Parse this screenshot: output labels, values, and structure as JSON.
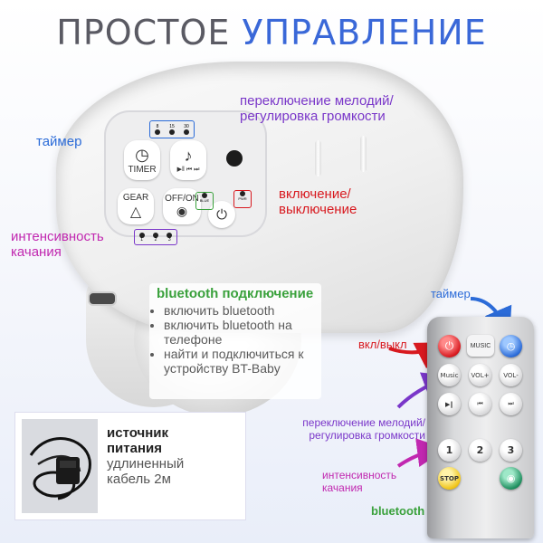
{
  "title": {
    "part1": "ПРОСТОЕ ",
    "part2": "УПРАВЛЕНИЕ"
  },
  "device": {
    "timer_button": "TIMER",
    "gear_button": "GEAR",
    "offon_button": "OFF/ON",
    "timer_leds": [
      "8",
      "15",
      "30"
    ],
    "gear_leds": [
      "1",
      "2",
      "3"
    ],
    "bt_led": "BLUE",
    "pwr_led": "PWR"
  },
  "labels": {
    "timer": "таймер",
    "melody": [
      "переключение мелодий/",
      "регулировка громкости"
    ],
    "power": [
      "включение/",
      "выключение"
    ],
    "intensity": [
      "интенсивность",
      "качания"
    ]
  },
  "bluetooth": {
    "title": "bluetooth подключение",
    "items": [
      "включить bluetooth",
      "включить bluetooth на телефоне",
      "найти и подключиться к устройству BT-Baby"
    ]
  },
  "power_source": {
    "title": [
      "источник",
      "питания"
    ],
    "text": [
      "удлиненный",
      "кабель 2м"
    ]
  },
  "remote": {
    "labels": {
      "timer": "таймер",
      "power": "вкл/выкл",
      "melody": [
        "переключение мелодий/",
        "регулировка громкости"
      ],
      "intensity": [
        "интенсивность",
        "качания"
      ],
      "bluetooth": "bluetooth"
    },
    "buttons": {
      "music": "MUSIC",
      "music2": "Music",
      "vol_up": "VOL+",
      "vol_down": "VOL-",
      "play_pause": "▶‖",
      "prev": "⏮",
      "next": "⏭",
      "one": "1",
      "two": "2",
      "three": "3",
      "stop": "STOP"
    }
  },
  "colors": {
    "blue": "#2b6bd8",
    "purple": "#7a37c9",
    "red": "#d8191f",
    "magenta": "#c128b0",
    "green": "#3aa13c"
  }
}
